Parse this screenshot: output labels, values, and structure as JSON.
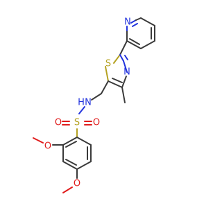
{
  "molecule": {
    "atoms": {
      "s_thiazole": "S",
      "n_thiazole": "N",
      "n_pyridine": "N",
      "n_sulfonamide": "N",
      "h_sulfonamide": "H",
      "s_sulfonyl": "S",
      "o_sulfonyl_left": "O",
      "o_sulfonyl_right": "O",
      "o_methoxy_upper": "O",
      "o_methoxy_lower": "O"
    },
    "colors": {
      "carbon_bond": "#3a3a3a",
      "sulfur": "#b5a222",
      "nitrogen": "#2233dd",
      "oxygen": "#e01b1b"
    }
  }
}
